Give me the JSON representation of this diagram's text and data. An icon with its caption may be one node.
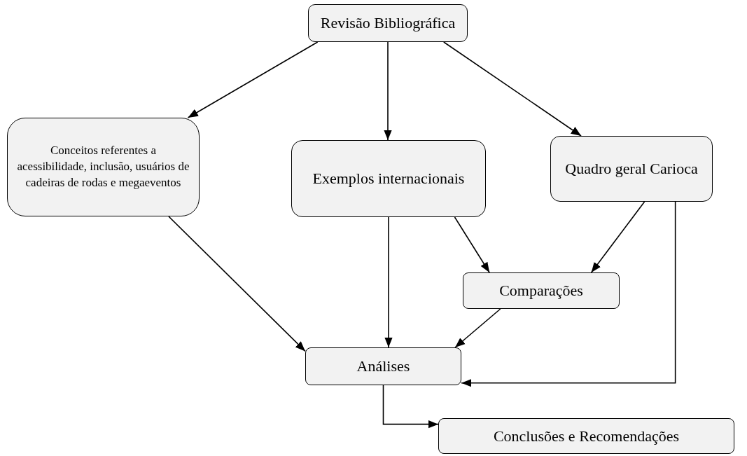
{
  "diagram": {
    "nodes": [
      {
        "text": [
          "Revisão Bibliográfica"
        ]
      },
      {
        "text": [
          "Conceitos referentes a acessibilidade, inclusão, usuários de cadeiras de rodas e megaeventos"
        ]
      },
      {
        "text": [
          "Exemplos internacionais"
        ]
      },
      {
        "text": [
          "Quadro geral Carioca"
        ]
      },
      {
        "text": [
          "Comparações"
        ]
      },
      {
        "text": [
          "Análises"
        ]
      },
      {
        "text": [
          "Conclusões e Recomendações"
        ]
      }
    ],
    "edges": [
      {
        "from": 0,
        "to": 1,
        "arrow": "to"
      },
      {
        "from": 0,
        "to": 2,
        "arrow": "to"
      },
      {
        "from": 0,
        "to": 3,
        "arrow": "to"
      },
      {
        "from": 1,
        "to": 5,
        "arrow": "to"
      },
      {
        "from": 2,
        "to": 5,
        "arrow": "to"
      },
      {
        "from": 2,
        "to": 4,
        "arrow": "to"
      },
      {
        "from": 3,
        "to": 4,
        "arrow": "to"
      },
      {
        "from": 4,
        "to": 5,
        "arrow": "to"
      },
      {
        "from": 3,
        "to": 5,
        "arrow": "to"
      },
      {
        "from": 5,
        "to": 6,
        "arrow": "to"
      }
    ]
  }
}
